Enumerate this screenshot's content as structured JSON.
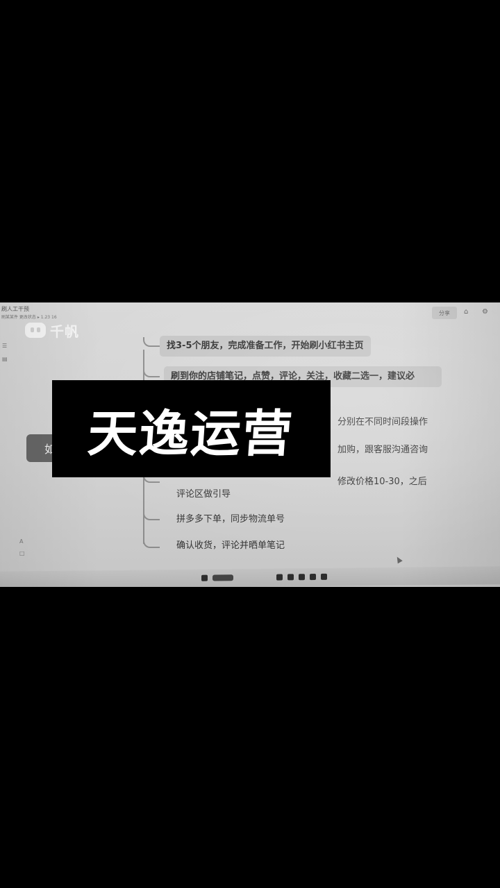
{
  "window": {
    "doc_title": "刷人工干预",
    "doc_meta": "刷某某件   更改状态 ▸ 1.23 16",
    "share_label": "分享",
    "topbar_icons": [
      "home-icon",
      "settings-icon"
    ]
  },
  "watermark": {
    "text": "千帆"
  },
  "mindmap": {
    "root_label": "如",
    "nodes": [
      "找3-5个朋友，完成准备工作，开始刷小红书主页",
      "刷到你的店铺笔记，点赞，评论，关注，收藏二选一，建议必",
      "分别在不同时间段操作",
      "加购，跟客服沟通咨询",
      "修改价格10-30，之后",
      "评论区做引导",
      "拼多多下单，同步物流单号",
      "确认收货，评论并晒单笔记"
    ]
  },
  "overlay": {
    "title": "天逸运营"
  }
}
